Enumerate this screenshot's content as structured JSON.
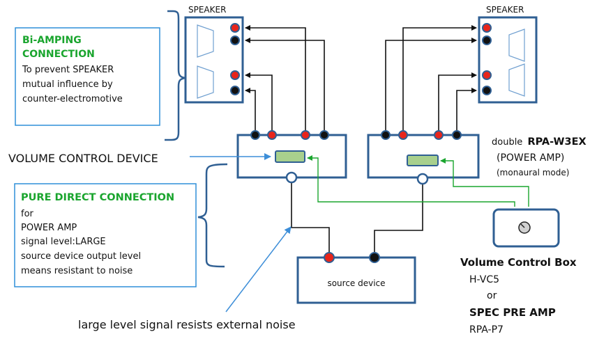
{
  "speaker_left_label": "SPEAKER",
  "speaker_right_label": "SPEAKER",
  "biamp": {
    "title_line1": "Bi-AMPING",
    "title_line2": "CONNECTION",
    "line1": "To prevent SPEAKER",
    "line2": "mutual influence by",
    "line3": "counter-electromotive"
  },
  "volume_control_device_label": "VOLUME CONTROL DEVICE",
  "pure_direct": {
    "title": "PURE DIRECT CONNECTION",
    "line1": "for",
    "line2": "POWER AMP",
    "line3": "signal level:LARGE",
    "line4": "source device output level",
    "line5": "means resistant to noise"
  },
  "amp": {
    "prefix": "double",
    "model": "RPA-W3EX",
    "line2": "(POWER AMP)",
    "line3": "(monaural mode)"
  },
  "source_device_label": "source device",
  "noise_caption": "large level signal resists external noise",
  "volume_box": {
    "title": "Volume Control Box",
    "model": "H-VC5",
    "or": "or",
    "alt_title": "SPEC PRE AMP",
    "alt_model": "RPA-P7"
  },
  "colors": {
    "box_border": "#2f5f93",
    "terminal_red": "#e8251b",
    "terminal_black": "#111111",
    "green_wire": "#1aa52e",
    "green_text": "#1aa52e",
    "knob_green": "#a8d08d",
    "arrow_blue": "#3d8ed8"
  }
}
